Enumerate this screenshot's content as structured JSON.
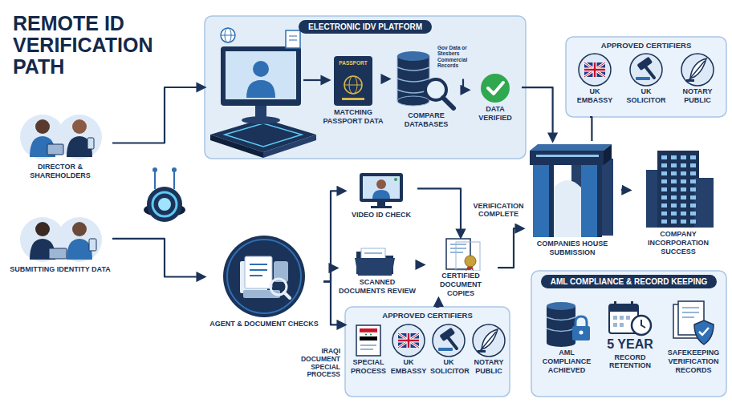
{
  "diagram": {
    "title": "REMOTE ID VERIFICATION PATH",
    "nodes": [
      {
        "text": [
          "DIRECTOR & SHAREHOLDERS"
        ]
      },
      {
        "text": [
          "SUBMITTING IDENTITY DATA"
        ]
      },
      {
        "text": [
          "ELECTRONIC IDV PLATFORM"
        ]
      },
      {
        "text": [
          "MATCHING PASSPORT DATA"
        ],
        "in": 2
      },
      {
        "text": [
          "COMPARE DATABASES"
        ],
        "in": 2
      },
      {
        "text": [
          "DATA VERIFIED"
        ],
        "in": 2
      },
      {
        "text": [
          "AGENT & DOCUMENT CHECKS"
        ]
      },
      {
        "text": [
          "VIDEO ID CHECK"
        ]
      },
      {
        "text": [
          "SCANNED DOCUMENTS REVIEW"
        ]
      },
      {
        "text": [
          "CERTIFIED DOCUMENT COPIES"
        ]
      },
      {
        "text": [
          "APPROVED CERTIFIERS"
        ]
      },
      {
        "text": [
          "SPECIAL PROCESS"
        ],
        "in": 10
      },
      {
        "text": [
          "UK EMBASSY"
        ],
        "in": 10
      },
      {
        "text": [
          "UK SOLICITOR"
        ],
        "in": 10
      },
      {
        "text": [
          "NOTARY PUBLIC"
        ],
        "in": 10
      },
      {
        "text": [
          "APPROVED CERTIFIERS"
        ]
      },
      {
        "text": [
          "UK EMBASSY"
        ],
        "in": 15
      },
      {
        "text": [
          "UK SOLICITOR"
        ],
        "in": 15
      },
      {
        "text": [
          "NOTARY PUBLIC"
        ],
        "in": 15
      },
      {
        "text": [
          "COMPANIES HOUSE SUBMISSION"
        ]
      },
      {
        "text": [
          "COMPANY INCORPORATION SUCCESS"
        ]
      },
      {
        "text": [
          "AML COMPLIANCE & RECORD KEEPING"
        ]
      },
      {
        "text": [
          "AML COMPLIANCE ACHIEVED"
        ],
        "in": 21
      },
      {
        "text": [
          "5 YEAR",
          "RECORD RETENTION"
        ],
        "in": 21
      },
      {
        "text": [
          "SAFEKEEPING VERIFICATION RECORDS"
        ],
        "in": 21
      }
    ],
    "edges": [
      {
        "from": 0,
        "to": 2,
        "arrow": "to"
      },
      {
        "from": 1,
        "to": 6,
        "arrow": "to"
      },
      {
        "from": 3,
        "to": 4,
        "arrow": "to"
      },
      {
        "from": 4,
        "to": 5,
        "arrow": "to"
      },
      {
        "from": 5,
        "to": 19,
        "arrow": "to"
      },
      {
        "from": 6,
        "to": 7,
        "arrow": "to"
      },
      {
        "from": 6,
        "to": 8,
        "arrow": "to"
      },
      {
        "from": 6,
        "to": 10,
        "arrow": "to"
      },
      {
        "from": 7,
        "to": 9,
        "arrow": "to"
      },
      {
        "from": 8,
        "to": 9,
        "arrow": "to"
      },
      {
        "from": 10,
        "to": 9,
        "arrow": "to"
      },
      {
        "from": 9,
        "to": 19,
        "label": "VERIFICATION COMPLETE",
        "arrow": "to"
      },
      {
        "from": 15,
        "to": 19,
        "arrow": "none"
      },
      {
        "from": 19,
        "to": 20,
        "arrow": "to"
      }
    ],
    "labels": [
      "PASSPORT",
      "Gov Data or Stesbers Commercial Records",
      "IRAQI DOCUMENT SPECIAL PROCESS"
    ]
  }
}
